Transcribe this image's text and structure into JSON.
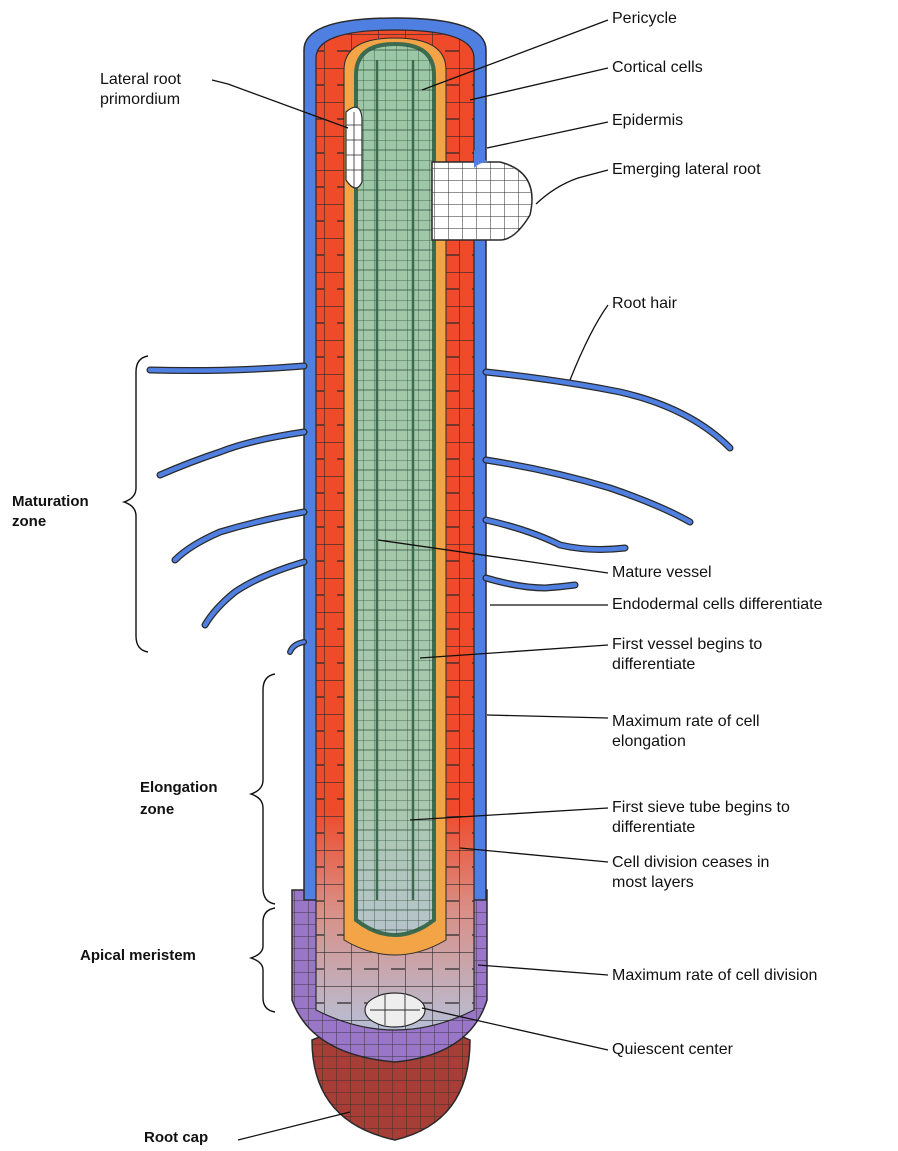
{
  "labels_right": {
    "pericycle": "Pericycle",
    "cortical_cells": "Cortical cells",
    "epidermis": "Epidermis",
    "emerging_lateral_root": "Emerging lateral root",
    "root_hair": "Root hair",
    "mature_vessel": "Mature vessel",
    "endodermal_cells": "Endodermal cells differentiate",
    "first_vessel_1": "First vessel begins to",
    "first_vessel_2": "differentiate",
    "max_elongation_1": "Maximum rate of cell",
    "max_elongation_2": "elongation",
    "first_sieve_1": "First sieve tube begins to",
    "first_sieve_2": "differentiate",
    "division_ceases_1": "Cell division ceases in",
    "division_ceases_2": "most layers",
    "max_division": "Maximum rate of cell division",
    "quiescent_center": "Quiescent center"
  },
  "labels_left": {
    "lateral_root_1": "Lateral root",
    "lateral_root_2": "primordium",
    "root_cap": "Root cap"
  },
  "zones": {
    "maturation_1": "Maturation",
    "maturation_2": "zone",
    "elongation_1": "Elongation",
    "elongation_2": "zone",
    "apical": "Apical meristem"
  },
  "colors": {
    "epidermis": "#4f7fe0",
    "cortex": "#ef4a2a",
    "pericycle": "#f2a447",
    "stele": "#9cc7a6",
    "vascular_dark": "#3d6b4f",
    "meristem": "#9a76c8",
    "meristem_light": "#b7bfd6",
    "root_cap": "#a63e37",
    "quiescent": "#eeeeee",
    "cell_wall": "#2a2a2a"
  }
}
